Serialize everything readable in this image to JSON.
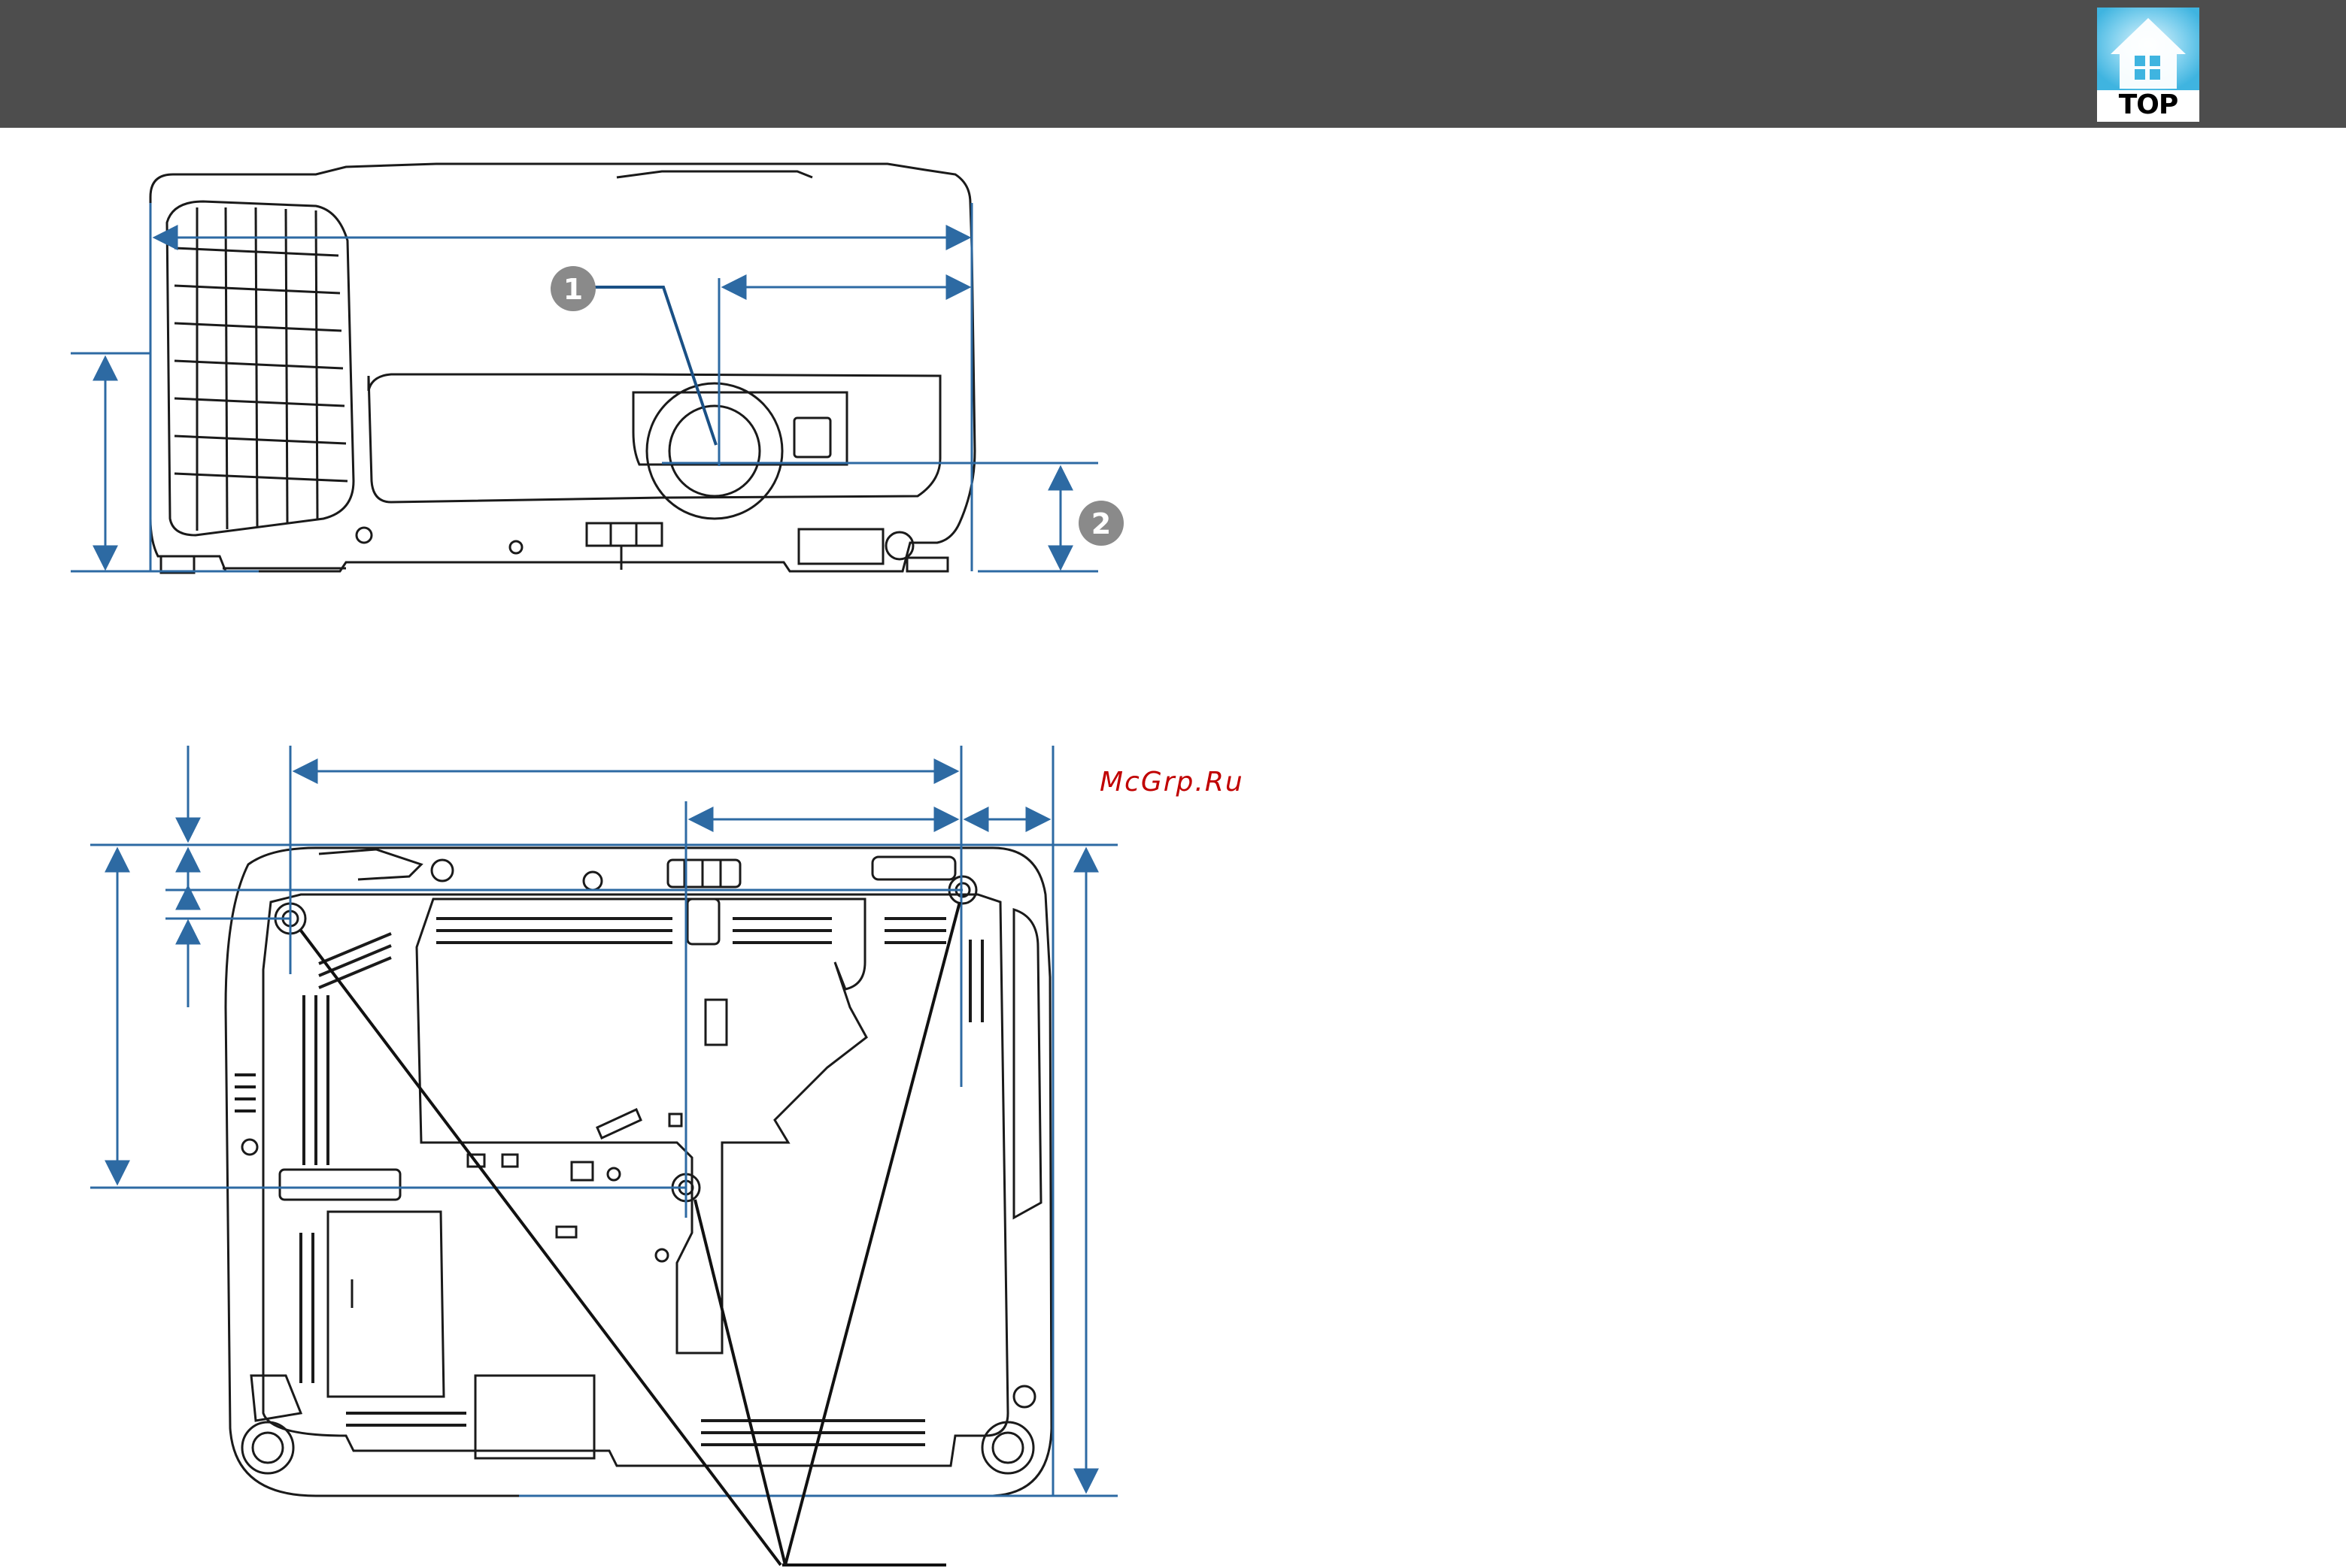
{
  "header": {
    "top_button_label": "TOP",
    "bar_color": "#4d4d4d",
    "top_icon": "house-icon"
  },
  "diagrams": {
    "line_color": "#1a1a1a",
    "dimension_color": "#2d6aa3",
    "callouts": [
      {
        "number": "1",
        "icon": "callout-1-icon"
      },
      {
        "number": "2",
        "icon": "callout-2-icon"
      }
    ]
  },
  "watermark": {
    "text": "McGrp.Ru",
    "color": "#c00000"
  }
}
